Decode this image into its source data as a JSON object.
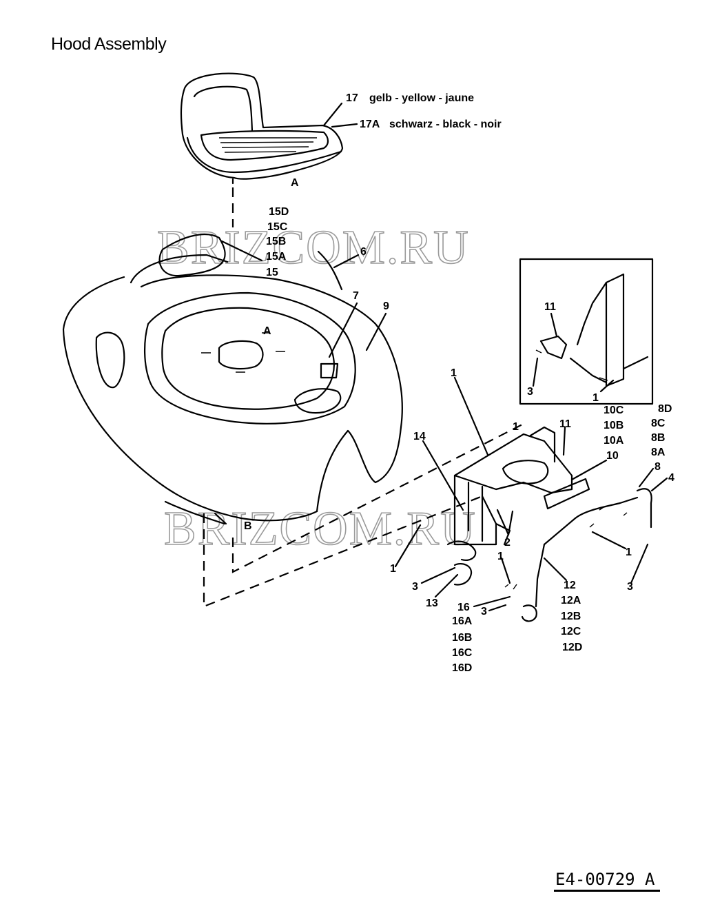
{
  "title": "Hood Assembly",
  "reference_code": "E4-00729 A",
  "watermark": "BRIZCOM.RU",
  "callouts": {
    "seat_part": "17",
    "seat_color_yellow": "gelb - yellow - jaune",
    "seat_part_black": "17A",
    "seat_color_black": "schwarz - black - noir",
    "seat_point_a": "A",
    "hood_point_a": "A",
    "hood_point_b": "B",
    "p15": [
      "15D",
      "15C",
      "15B",
      "15A",
      "15"
    ],
    "p6": "6",
    "p7": "7",
    "p9": "9",
    "inset_11": "11",
    "inset_3": "3",
    "inset_1": "1",
    "p10": [
      "10C",
      "10B",
      "10A",
      "10"
    ],
    "p8": [
      "8D",
      "8C",
      "8B",
      "8A",
      "8"
    ],
    "p1_top": "1",
    "p1_right": "1",
    "p1_mid": "1",
    "p1_left": "1",
    "p1_lower": "1",
    "p14": "14",
    "p11": "11",
    "p4": "4",
    "p2": "2",
    "p3_left": "3",
    "p3_right": "3",
    "p3_lower": "3",
    "p13": "13",
    "p12": [
      "12",
      "12A",
      "12B",
      "12C",
      "12D"
    ],
    "p16": [
      "16",
      "16A",
      "16B",
      "16C",
      "16D"
    ]
  }
}
